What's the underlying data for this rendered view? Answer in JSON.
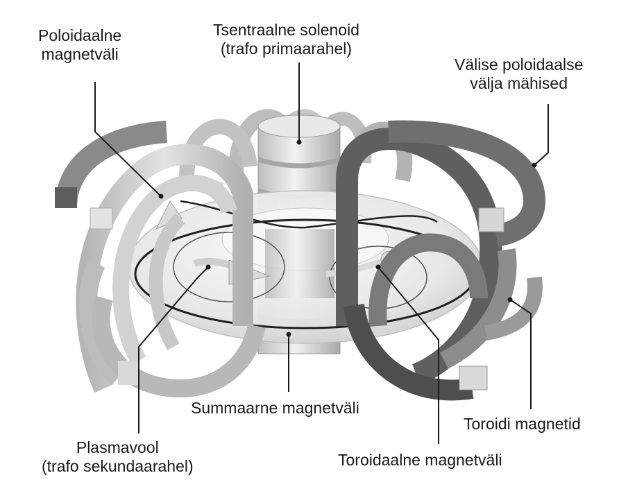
{
  "labels": {
    "poloidal_field": {
      "line1": "Poloidaalne",
      "line2": "magnetväli"
    },
    "central_solenoid": {
      "line1": "Tsentraalne solenoid",
      "line2": "(trafo primaarahel)"
    },
    "outer_poloidal_coils": {
      "line1": "Välise poloidaalse",
      "line2": "välja mähised"
    },
    "total_field": {
      "line1": "Summaarne magnetväli"
    },
    "toroidal_magnets": {
      "line1": "Toroidi magnetid"
    },
    "plasma_current": {
      "line1": "Plasmavool",
      "line2": "(trafo sekundaarahel)"
    },
    "toroidal_field": {
      "line1": "Toroidaalne magnetväli"
    }
  },
  "colors": {
    "coil_light": "#cfcfcf",
    "coil_mid": "#a9a9a9",
    "coil_dark": "#6e6e6e",
    "torus": "#ececec",
    "leader_line": "#1a1a1a"
  }
}
